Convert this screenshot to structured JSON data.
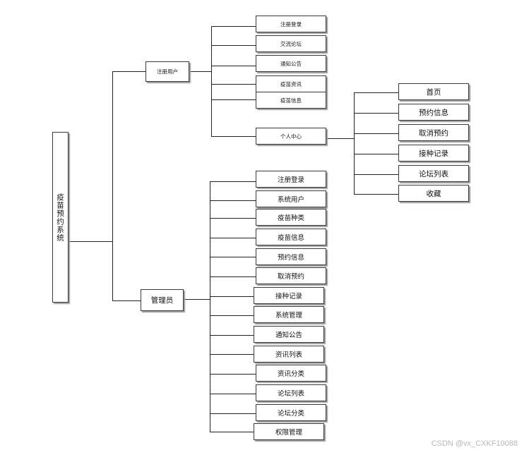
{
  "diagram": {
    "root": {
      "label": "疫苗预约系统"
    },
    "registered_user": {
      "label": "注册用户",
      "children": [
        "注册登录",
        "交流论坛",
        "通知公告",
        "疫苗资讯",
        "疫苗信息",
        "个人中心"
      ]
    },
    "personal_center": {
      "label": "个人中心",
      "children": [
        "首页",
        "预约信息",
        "取消预约",
        "接种记录",
        "论坛列表",
        "收藏"
      ]
    },
    "admin": {
      "label": "管理员",
      "children": [
        "注册登录",
        "系统用户",
        "疫苗种类",
        "疫苗信息",
        "预约信息",
        "取消预约",
        "接种记录",
        "系统管理",
        "通知公告",
        "资讯列表",
        "资讯分类",
        "论坛列表",
        "论坛分类",
        "权限管理"
      ]
    }
  },
  "watermark": "CSDN @vx_CXKF10088"
}
